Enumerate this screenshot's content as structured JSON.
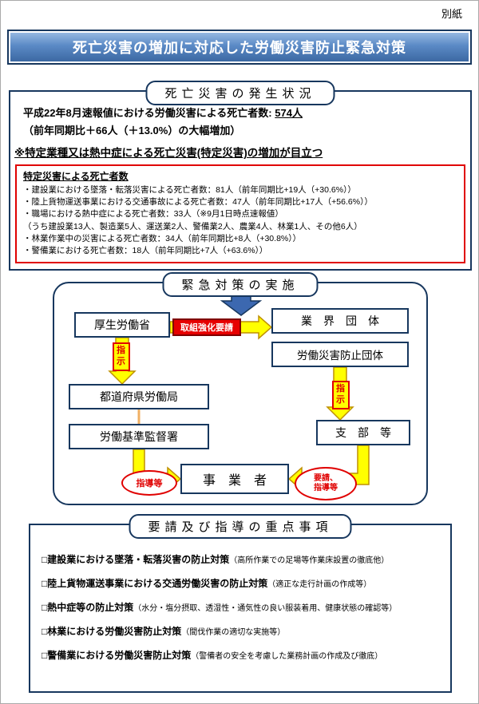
{
  "page": {
    "corner_label": "別紙",
    "banner_title": "死亡災害の増加に対応した労働災害防止緊急対策"
  },
  "section1": {
    "title": "死亡災害の発生状況",
    "line1_prefix": "平成22年8月速報値における労働災害による死亡者数: ",
    "line1_value": "574人",
    "line2": "（前年同期比＋66人（＋13.0%）の大幅増加）",
    "line3": "※特定業種又は熱中症による死亡災害(特定災害)の増加が目立つ",
    "red_box": {
      "heading": "特定災害による死亡者数",
      "items": [
        "・建設業における墜落・転落災害による死亡者数：81人（前年同期比+19人（+30.6%））",
        "・陸上貨物運送事業における交通事故による死亡者数：47人（前年同期比+17人（+56.6%））",
        "・職場における熱中症による死亡者数：33人（※9月1日時点速報値）",
        "（うち建設業13人、製造業5人、運送業2人、警備業2人、農業4人、林業1人、その他6人）",
        "・林業作業中の災害による死亡者数：34人（前年同期比+8人（+30.8%））",
        "・警備業における死亡者数：18人（前年同期比+7人（+63.6%））"
      ]
    }
  },
  "section2": {
    "title": "緊急対策の実施",
    "boxes": {
      "mhlw": "厚生労働省",
      "industry": "業　界　団　体",
      "prevention_org": "労働災害防止団体",
      "labor_bureau": "都道府県労働局",
      "inspection_office": "労働基準監督署",
      "branch": "支　部　等",
      "business": "事　業　者"
    },
    "labels": {
      "strengthen_request": "取組強化要請",
      "instruction1": "指示",
      "instruction2": "指示",
      "guidance": "指導等",
      "request_guidance_line1": "要請、",
      "request_guidance_line2": "指導等"
    }
  },
  "section3": {
    "title": "要請及び指導の重点事項",
    "items": [
      {
        "main": "□建設業における墜落・転落災害の防止対策",
        "note": "（高所作業での足場等作業床設置の徹底他）"
      },
      {
        "main": "□陸上貨物運送事業における交通労働災害の防止対策",
        "note": "（適正な走行計画の作成等）"
      },
      {
        "main": "□熱中症等の防止対策",
        "note": "（水分・塩分摂取、透湿性・通気性の良い服装着用、健康状態の確認等）"
      },
      {
        "main": "□林業における労働災害防止対策",
        "note": "（間伐作業の適切な実施等）"
      },
      {
        "main": "□警備業における労働災害防止対策",
        "note": "（警備者の安全を考慮した業務計画の作成及び徹底）"
      }
    ]
  },
  "colors": {
    "navy_border": "#17375E",
    "banner_blue": "#5b8ac6",
    "alert_red": "#E00000",
    "arrow_yellow": "#FFFF00"
  }
}
